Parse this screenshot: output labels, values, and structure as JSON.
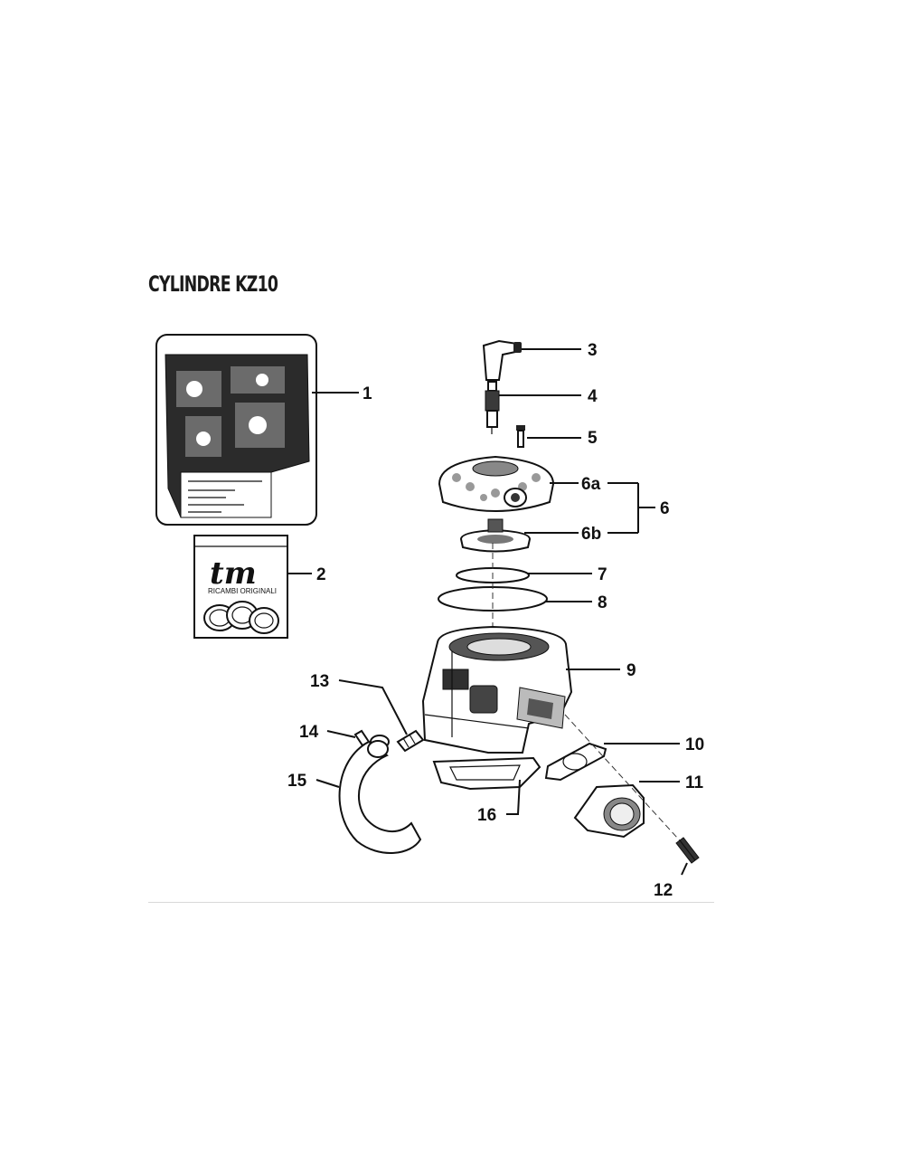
{
  "title": "CYLINDRE KZ10",
  "package": {
    "brand": "tm",
    "brand_sub": "RICAMBI ORIGINALI"
  },
  "callouts": {
    "c1": "1",
    "c2": "2",
    "c3": "3",
    "c4": "4",
    "c5": "5",
    "c6": "6",
    "c6a": "6a",
    "c6b": "6b",
    "c7": "7",
    "c8": "8",
    "c9": "9",
    "c10": "10",
    "c11": "11",
    "c12": "12",
    "c13": "13",
    "c14": "14",
    "c15": "15",
    "c16": "16"
  }
}
